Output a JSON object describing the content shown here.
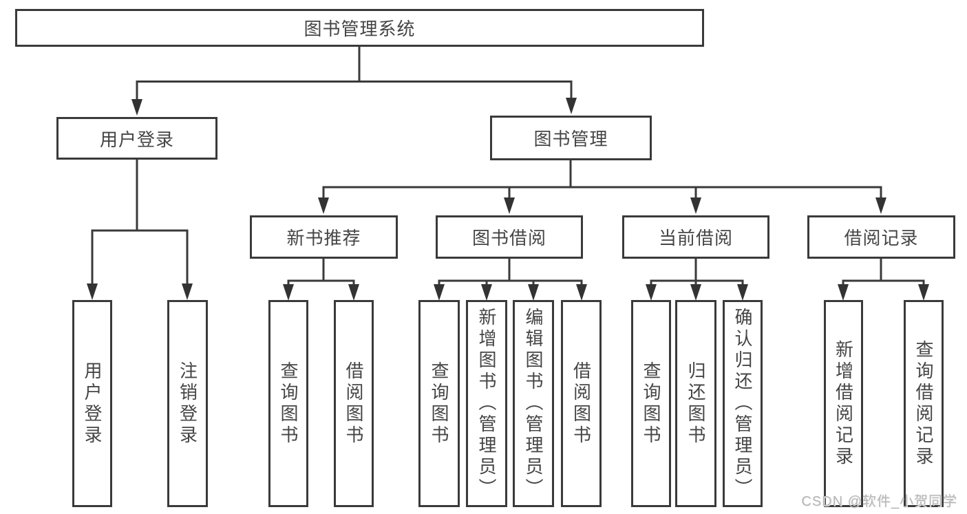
{
  "diagram_title": "图书管理系统",
  "tree": {
    "root": {
      "label": "图书管理系统"
    },
    "branches": [
      {
        "label": "用户登录",
        "children": [
          {
            "label": "用户登录"
          },
          {
            "label": "注销登录"
          }
        ]
      },
      {
        "label": "图书管理",
        "groups": [
          {
            "label": "新书推荐",
            "children": [
              {
                "label": "查询图书"
              },
              {
                "label": "借阅图书"
              }
            ]
          },
          {
            "label": "图书借阅",
            "children": [
              {
                "label": "查询图书"
              },
              {
                "label": "新增图书（管理员）"
              },
              {
                "label": "编辑图书（管理员）"
              },
              {
                "label": "借阅图书"
              }
            ]
          },
          {
            "label": "当前借阅",
            "children": [
              {
                "label": "查询图书"
              },
              {
                "label": "归还图书"
              },
              {
                "label": "确认归还（管理员）"
              }
            ]
          },
          {
            "label": "借阅记录",
            "children": [
              {
                "label": "新增借阅记录"
              },
              {
                "label": "查询借阅记录"
              }
            ]
          }
        ]
      }
    ]
  },
  "watermark": {
    "text": "CSDN @软件_小贺同学",
    "color": "#b6b6b6"
  },
  "colors": {
    "line": "#3a3a3a",
    "box_border": "#3a3a3a",
    "text": "#454545",
    "background": "#ffffff"
  }
}
